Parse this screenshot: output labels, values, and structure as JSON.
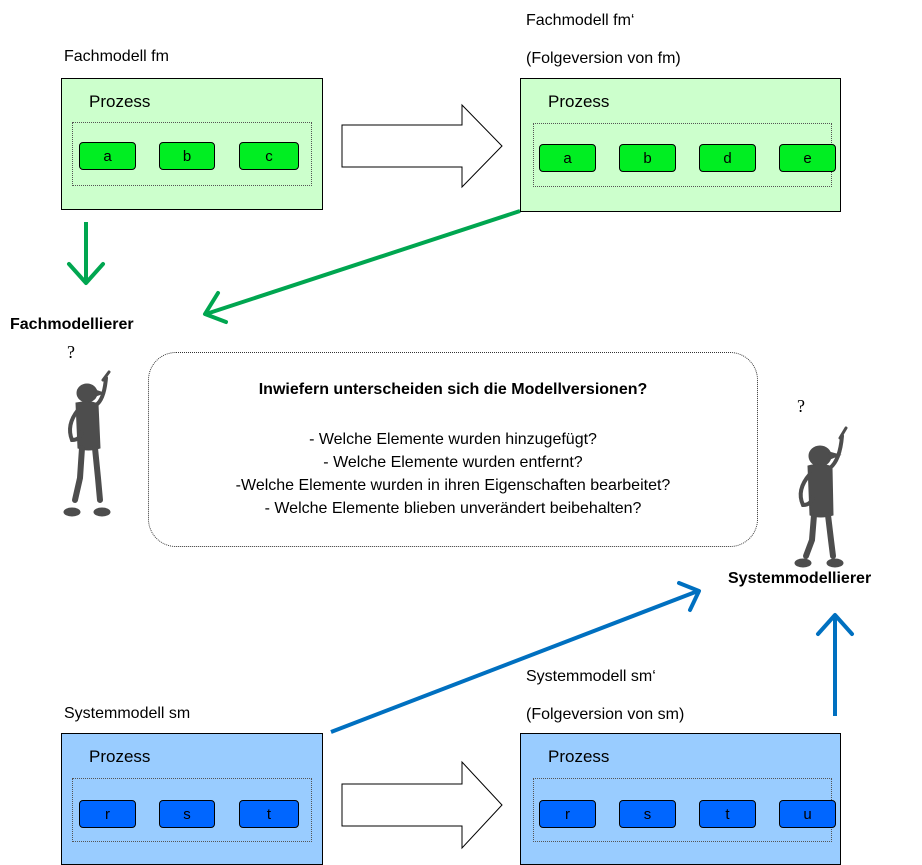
{
  "fm": {
    "title": "Fachmodell fm",
    "process_label": "Prozess",
    "nodes": [
      "a",
      "b",
      "c"
    ]
  },
  "fm2": {
    "title": "Fachmodell fm‘",
    "subtitle": "(Folgeversion von fm)",
    "process_label": "Prozess",
    "nodes": [
      "a",
      "b",
      "d",
      "e"
    ]
  },
  "sm": {
    "title": "Systemmodell sm",
    "process_label": "Prozess",
    "nodes": [
      "r",
      "s",
      "t"
    ]
  },
  "sm2": {
    "title": "Systemmodell sm‘",
    "subtitle": "(Folgeversion von sm)",
    "process_label": "Prozess",
    "nodes": [
      "r",
      "s",
      "t",
      "u"
    ]
  },
  "roles": {
    "fach": "Fachmodellierer",
    "system": "Systemmodellierer",
    "question_mark": "?"
  },
  "question_box": {
    "question": "Inwiefern unterscheiden sich die Modellversionen?",
    "items": [
      "- Welche Elemente wurden hinzugefügt?",
      "- Welche Elemente wurden entfernt?",
      "-Welche Elemente wurden in ihren Eigenschaften bearbeitet?",
      "- Welche Elemente blieben unverändert beibehalten?"
    ]
  },
  "colors": {
    "green_arrow": "#00a650",
    "blue_arrow": "#0070c0",
    "fach_box": "#ccffcc",
    "fach_node": "#00ee22",
    "system_box": "#99ccff",
    "system_node": "#0066ff",
    "figure": "#4d4d4d"
  }
}
